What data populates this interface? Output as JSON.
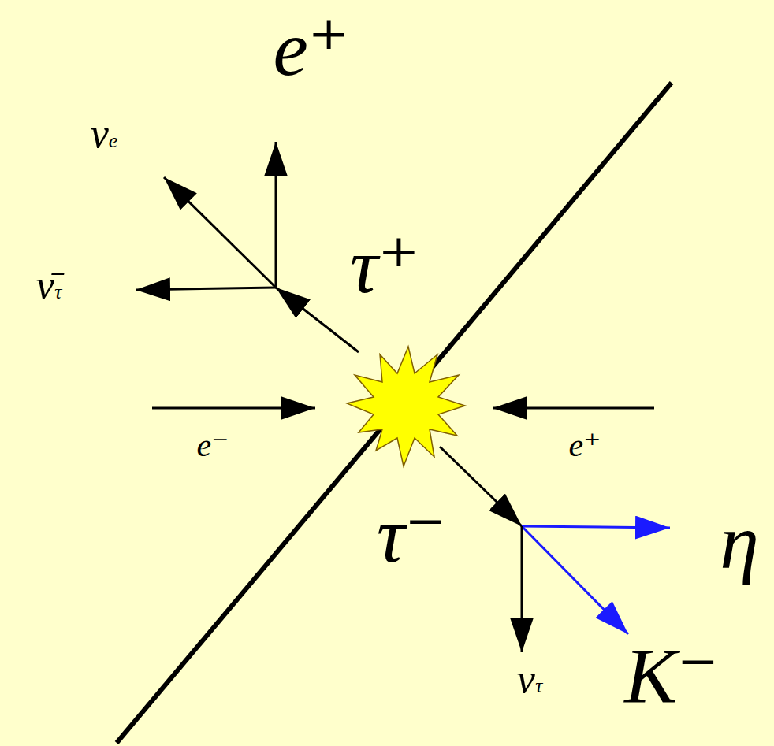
{
  "diagram": {
    "labels": [
      "e⁺",
      "νe",
      "ν̄τ",
      "τ⁺",
      "e⁻",
      "e⁺",
      "τ⁻",
      "η",
      "K⁻",
      "ντ"
    ]
  }
}
